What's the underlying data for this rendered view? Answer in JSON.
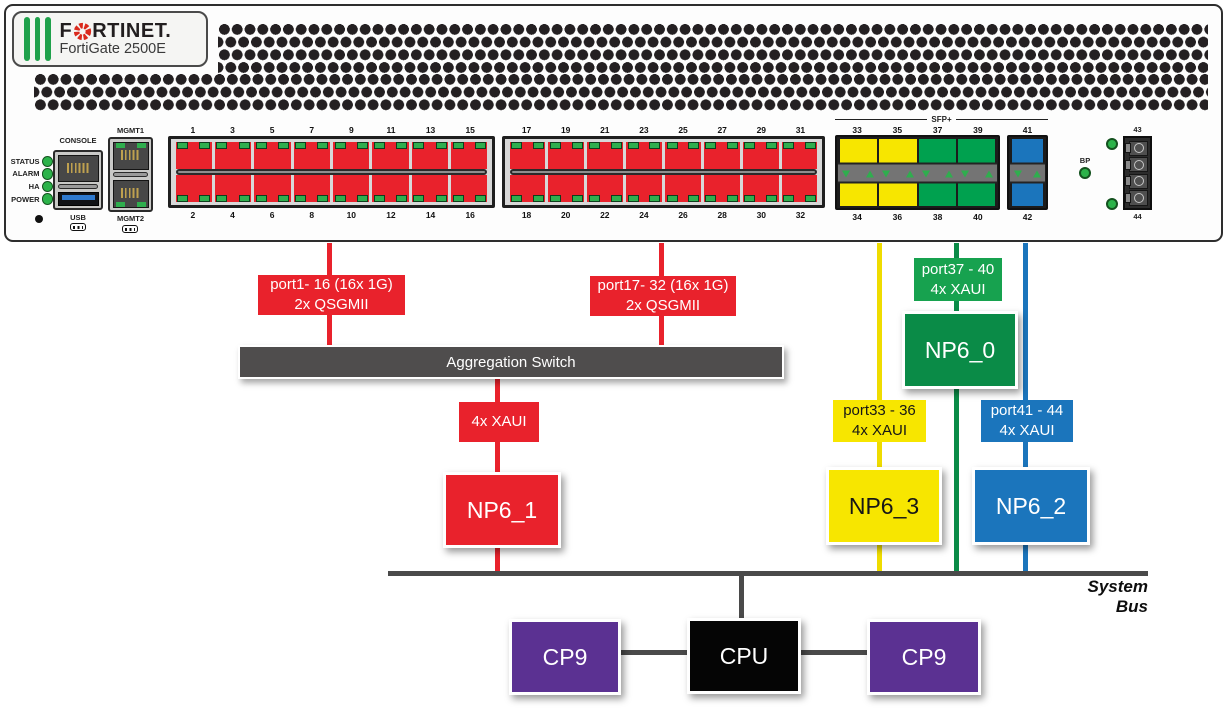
{
  "colors": {
    "red": "#E9222C",
    "yellow": "#F7E600",
    "yellow_line": "#EFDC00",
    "green": "#00A14F",
    "green_dark": "#0A8B47",
    "green_label": "#17A24F",
    "blue": "#1B75BC",
    "purple": "#5B3192",
    "bar_gray": "#4F4D4D",
    "line_gray": "#4a4a4a",
    "led_green": "#2CB34A"
  },
  "panel": {
    "logo": {
      "brand_f": "F",
      "brand_rest": "RTINET.",
      "model": "FortiGate 2500E"
    },
    "status_leds": [
      "STATUS",
      "ALARM",
      "HA",
      "POWER"
    ],
    "console": {
      "label": "CONSOLE",
      "usb_label": "USB"
    },
    "mgmt": {
      "top_label": "MGMT1",
      "bottom_label": "MGMT2"
    },
    "rj45_group1": {
      "top_numbers": [
        "1",
        "3",
        "5",
        "7",
        "9",
        "11",
        "13",
        "15"
      ],
      "bottom_numbers": [
        "2",
        "4",
        "6",
        "8",
        "10",
        "12",
        "14",
        "16"
      ]
    },
    "rj45_group2": {
      "top_numbers": [
        "17",
        "19",
        "21",
        "23",
        "25",
        "27",
        "29",
        "31"
      ],
      "bottom_numbers": [
        "18",
        "20",
        "22",
        "24",
        "26",
        "28",
        "30",
        "32"
      ]
    },
    "sfp": {
      "section_label": "SFP+",
      "group1": {
        "top_numbers": [
          "33",
          "35",
          "37",
          "39"
        ],
        "bottom_numbers": [
          "34",
          "36",
          "38",
          "40"
        ],
        "port_colors": [
          "yellow",
          "yellow",
          "green",
          "green"
        ]
      },
      "group2": {
        "top_numbers": [
          "41"
        ],
        "bottom_numbers": [
          "42"
        ],
        "port_colors": [
          "blue"
        ]
      }
    },
    "right": {
      "bp_label": "BP",
      "port_top": "43",
      "port_bottom": "44"
    }
  },
  "diagram": {
    "label_ports1": {
      "line1": "port1- 16 (16x 1G)",
      "line2": "2x QSGMII"
    },
    "label_ports2": {
      "line1": "port17- 32 (16x 1G)",
      "line2": "2x QSGMII"
    },
    "aggregation_switch": "Aggregation Switch",
    "label_xaui": "4x XAUI",
    "np6_1": "NP6_1",
    "label_ports33": {
      "line1": "port33 - 36",
      "line2": "4x XAUI"
    },
    "np6_3": "NP6_3",
    "label_ports37": {
      "line1": "port37 - 40",
      "line2": "4x XAUI"
    },
    "np6_0": "NP6_0",
    "label_ports41": {
      "line1": "port41 - 44",
      "line2": "4x XAUI"
    },
    "np6_2": "NP6_2",
    "system_bus": "System Bus",
    "cpu": "CPU",
    "cp9_left": "CP9",
    "cp9_right": "CP9"
  }
}
